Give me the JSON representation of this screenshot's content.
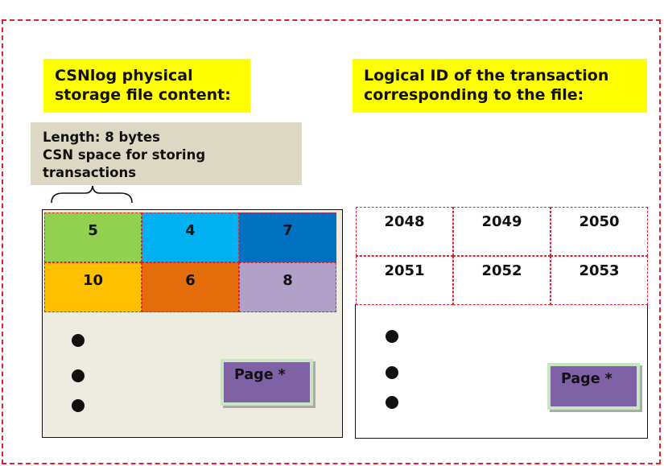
{
  "left_title": "CSNlog physical\nstorage file content:",
  "right_title": "Logical ID of the transaction\ncorresponding to the file:",
  "length_note": "Length: 8 bytes\nCSN space for storing\ntransactions",
  "csn_cells": [
    {
      "value": "5",
      "color": "#92d050"
    },
    {
      "value": "4",
      "color": "#00b0f0"
    },
    {
      "value": "7",
      "color": "#0070c0"
    },
    {
      "value": "10",
      "color": "#ffc000"
    },
    {
      "value": "6",
      "color": "#e46c0a"
    },
    {
      "value": "8",
      "color": "#b1a0c7"
    }
  ],
  "xid_cells": [
    "2048",
    "2049",
    "2050",
    "2051",
    "2052",
    "2053"
  ],
  "page_label": "Page *",
  "colors": {
    "frame": "#e0202a",
    "title_bg": "#ffff00",
    "note_bg": "#dcd8c4",
    "panel_bg": "#eeebe0",
    "page_bg": "#7f62a6",
    "page_border": "#c7e6c0"
  }
}
